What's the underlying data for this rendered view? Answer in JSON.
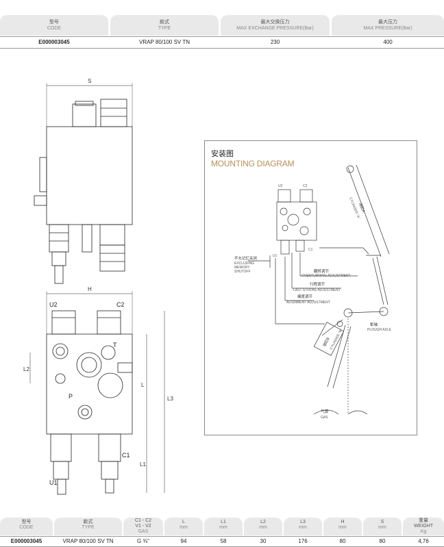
{
  "top_table": {
    "headers": [
      {
        "zh": "型号",
        "en": "CODE"
      },
      {
        "zh": "款式",
        "en": "TYPE"
      },
      {
        "zh": "最大交换压力",
        "en": "MAX EXCHANGE PRESSURE(Bar)"
      },
      {
        "zh": "最大压力",
        "en": "MAX PRESSURE(Bar)"
      }
    ],
    "row": [
      "E000003045",
      "VRAP 80/100 SV TN",
      "230",
      "400"
    ]
  },
  "drawing": {
    "dim_s": "S",
    "dim_h": "H",
    "dim_l": "L",
    "dim_l1": "L1",
    "dim_l2": "L2",
    "dim_l3": "L3",
    "port_u2": "U2",
    "port_c2": "C2",
    "port_u1": "U1",
    "port_c1": "C1",
    "port_t": "T",
    "port_p": "P"
  },
  "mounting": {
    "title_zh": "安装图",
    "title_en": "MOUNTING DIAGRAM",
    "port_u2": "U2",
    "port_c2": "C2",
    "port_u1": "U1",
    "port_c1": "C1",
    "shutoff_zh": "不允记忆关闭",
    "shutoff_en1": "EXCLUDING",
    "shutoff_en2": "MEMORY",
    "shutoff_en3": "SHUTOFF",
    "overturn_zh": "翻转调节",
    "overturn_en": "OVERTURNING ADJUSTMENT",
    "stroke_zh": "行程调节",
    "stroke_en": "LAST STROKE ADJUSTMENT",
    "align_zh": "编度调节",
    "align_en": "ALIGNMENT ADJUSTMENT",
    "axle_zh": "犁轴",
    "axle_en": "PLOUGH AXLE",
    "cyl_a_zh": "油缸A",
    "cyl_a_en": "CYLINDER \"A\"",
    "cyl_b_zh": "油缸B",
    "cyl_b_en": "CYLINDER \"B\"",
    "gas_zh": "气源",
    "gas_en": "GAS"
  },
  "bottom_table": {
    "headers": [
      {
        "zh": "型号",
        "en": "CODE"
      },
      {
        "zh": "款式",
        "en": "TYPE"
      },
      {
        "zh": "C1 - C2",
        "en": "V1 - V2",
        "en2": "GAS"
      },
      {
        "zh": "L",
        "en": "mm"
      },
      {
        "zh": "L1",
        "en": "mm"
      },
      {
        "zh": "L2",
        "en": "mm"
      },
      {
        "zh": "L3",
        "en": "mm"
      },
      {
        "zh": "H",
        "en": "mm"
      },
      {
        "zh": "S",
        "en": "mm"
      },
      {
        "zh": "重量",
        "en": "WEIGHT",
        "en2": "Kg"
      }
    ],
    "row": [
      "E000003045",
      "VRAP 80/100 SV TN",
      "G ⅜\"",
      "94",
      "58",
      "30",
      "176",
      "80",
      "80",
      "4,76"
    ]
  }
}
